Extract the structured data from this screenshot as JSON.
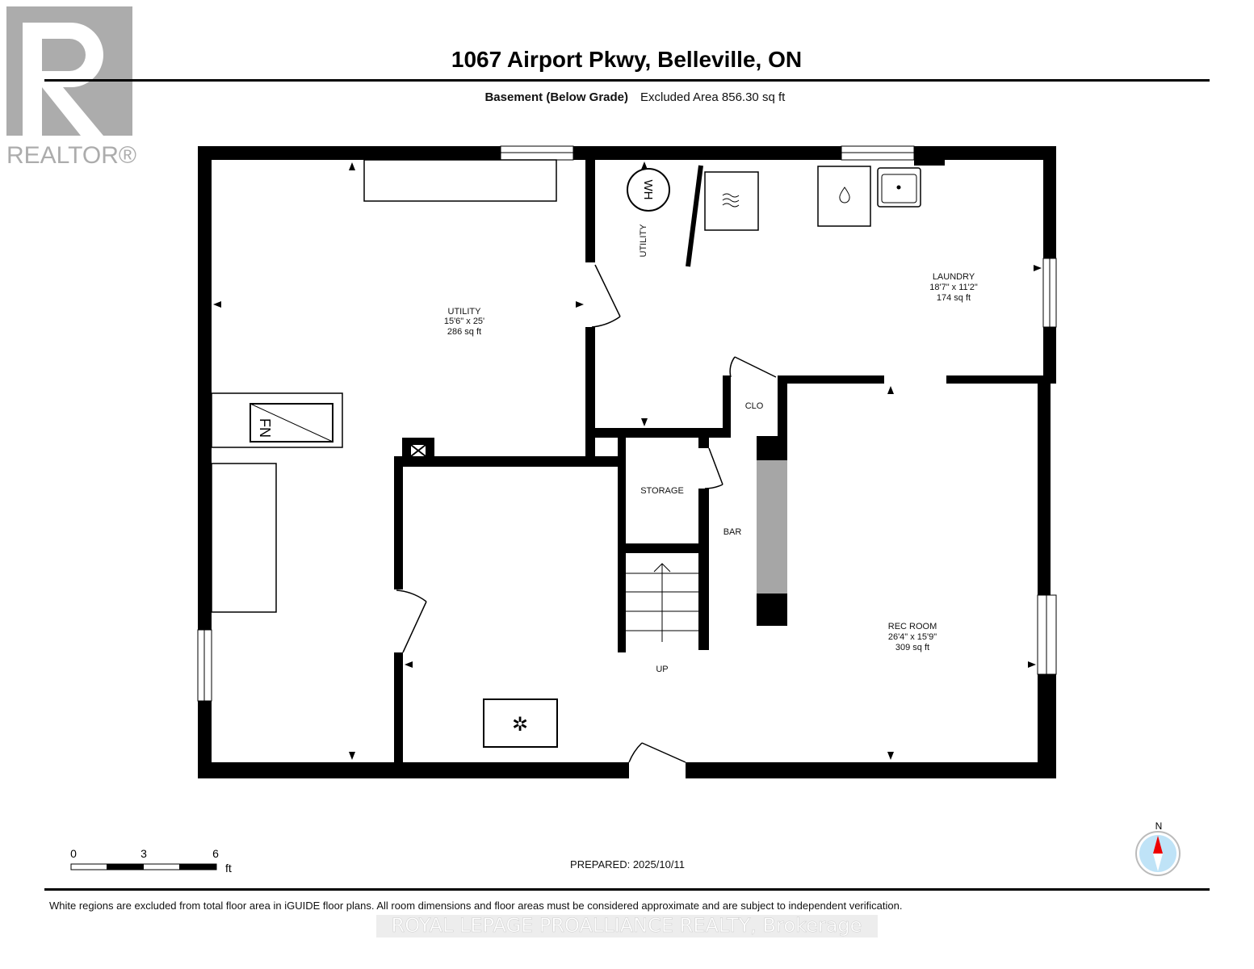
{
  "logo": {
    "text": "REALTOR®"
  },
  "header": {
    "title": "1067 Airport Pkwy, Belleville, ON",
    "floor": "Basement (Below Grade)",
    "excluded_area": "Excluded Area 856.30 sq ft"
  },
  "rooms": {
    "utility_main": {
      "name": "UTILITY",
      "dims": "15'6\" x 25'",
      "area": "286 sq ft"
    },
    "utility_small": {
      "name": "UTILITY"
    },
    "laundry": {
      "name": "LAUNDRY",
      "dims": "18'7\" x 11'2\"",
      "area": "174 sq ft"
    },
    "clo": {
      "name": "CLO"
    },
    "storage": {
      "name": "STORAGE"
    },
    "bar": {
      "name": "BAR"
    },
    "rec_room": {
      "name": "REC ROOM",
      "dims": "26'4\" x 15'9\"",
      "area": "309 sq ft"
    },
    "stairs": {
      "label": "UP"
    },
    "fixtures": {
      "water_heater": "WH",
      "furnace": "FN"
    }
  },
  "scale": {
    "ticks": [
      "0",
      "3",
      "6"
    ],
    "unit": "ft"
  },
  "compass": {
    "north": "N"
  },
  "prepared": "PREPARED: 2025/10/11",
  "footer": {
    "disclaimer": "White regions are excluded from total floor area in iGUIDE floor plans. All room dimensions and floor areas must be considered approximate and are subject to independent verification.",
    "brokerage": "ROYAL LEPAGE PROALLIANCE REALTY, Brokerage"
  }
}
